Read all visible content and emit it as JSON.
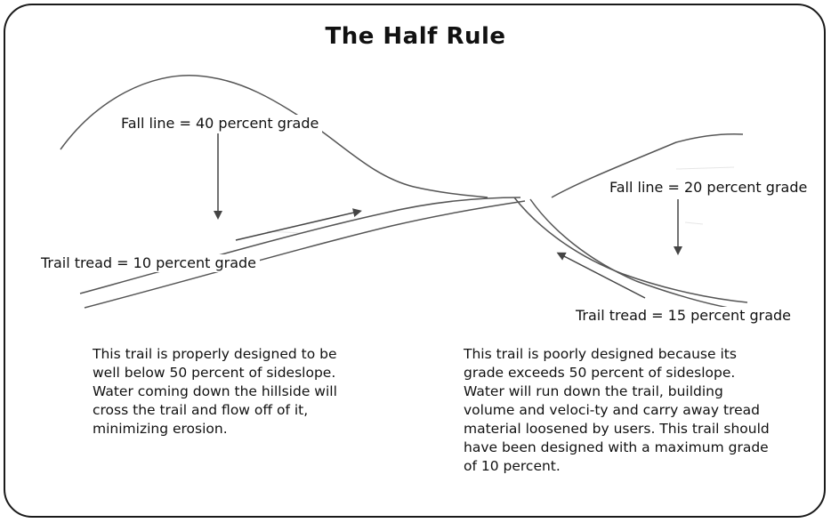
{
  "title": "The Half Rule",
  "labels": {
    "fall_line_left": "Fall line = 40 percent grade",
    "fall_line_right": "Fall line = 20 percent grade",
    "trail_left": "Trail tread = 10 percent grade",
    "trail_right": "Trail tread = 15 percent grade"
  },
  "captions": {
    "left": "This trail is properly designed to be well below 50 percent of sideslope. Water coming down the hillside will cross the trail and flow off of it, minimizing erosion.",
    "right": "This trail is poorly designed because its grade exceeds 50 percent of sideslope. Water will run down the trail, building volume and veloci-ty and carry away tread material loosened by users. This trail should have been designed with a maximum grade of 10 percent."
  },
  "colors": {
    "line": "#555555",
    "frame": "#1a1a1a",
    "text": "#111111"
  }
}
